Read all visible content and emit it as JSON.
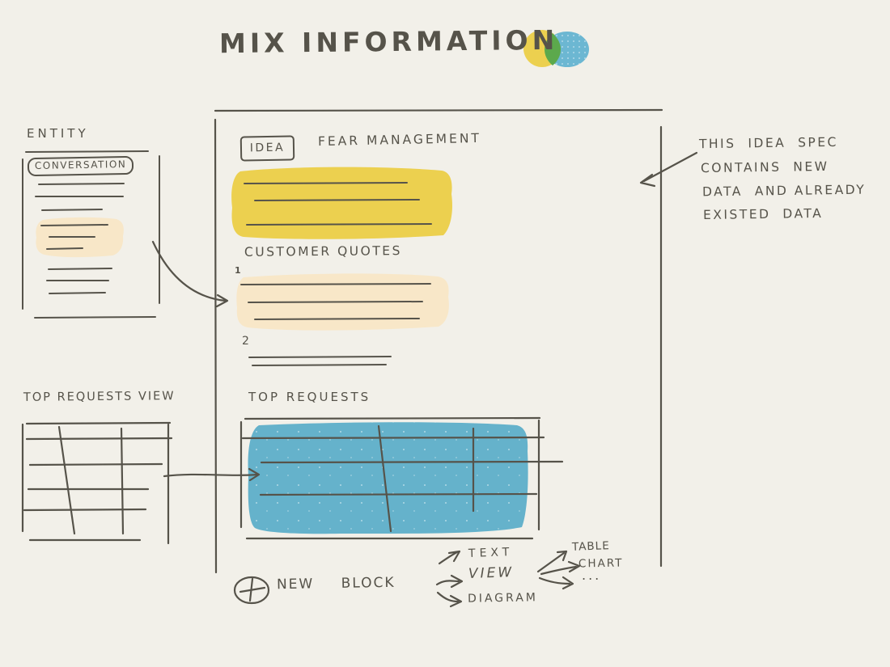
{
  "colors": {
    "background": "#f2f0e9",
    "ink": "#56534a",
    "yellow": "#ecd04f",
    "peach": "#f8e7c8",
    "blue": "#65b2cb",
    "venn_blue": "#6cb7d2",
    "green": "#5ca94c"
  },
  "title": "MIX INFORMATION",
  "icons": {
    "venn_diagram_icon": "two overlapping circles (yellow + blue, green intersection)",
    "plus_icon": "+"
  },
  "entity_panel": {
    "label": "ENTITY",
    "badge": "CONVERSATION"
  },
  "idea_spec": {
    "idea_badge": "IDEA",
    "idea_title": "FEAR MANAGEMENT",
    "customer_quotes_heading": "CUSTOMER QUOTES",
    "quote_1_number": "1",
    "quote_2_number": "2",
    "top_requests_heading": "TOP REQUESTS"
  },
  "top_requests_view": {
    "label": "TOP REQUESTS VIEW"
  },
  "annotation_note": {
    "line_1": "THIS  IDEA  SPEC",
    "line_2": "CONTAINS  NEW",
    "line_3": "DATA  AND ALREADY",
    "line_4": "EXISTED  DATA"
  },
  "new_block": {
    "label": "NEW BLOCK",
    "options": [
      "TEXT",
      "VIEW",
      "DIAGRAM"
    ],
    "view_options": [
      "TABLE",
      "CHART",
      "..."
    ]
  }
}
